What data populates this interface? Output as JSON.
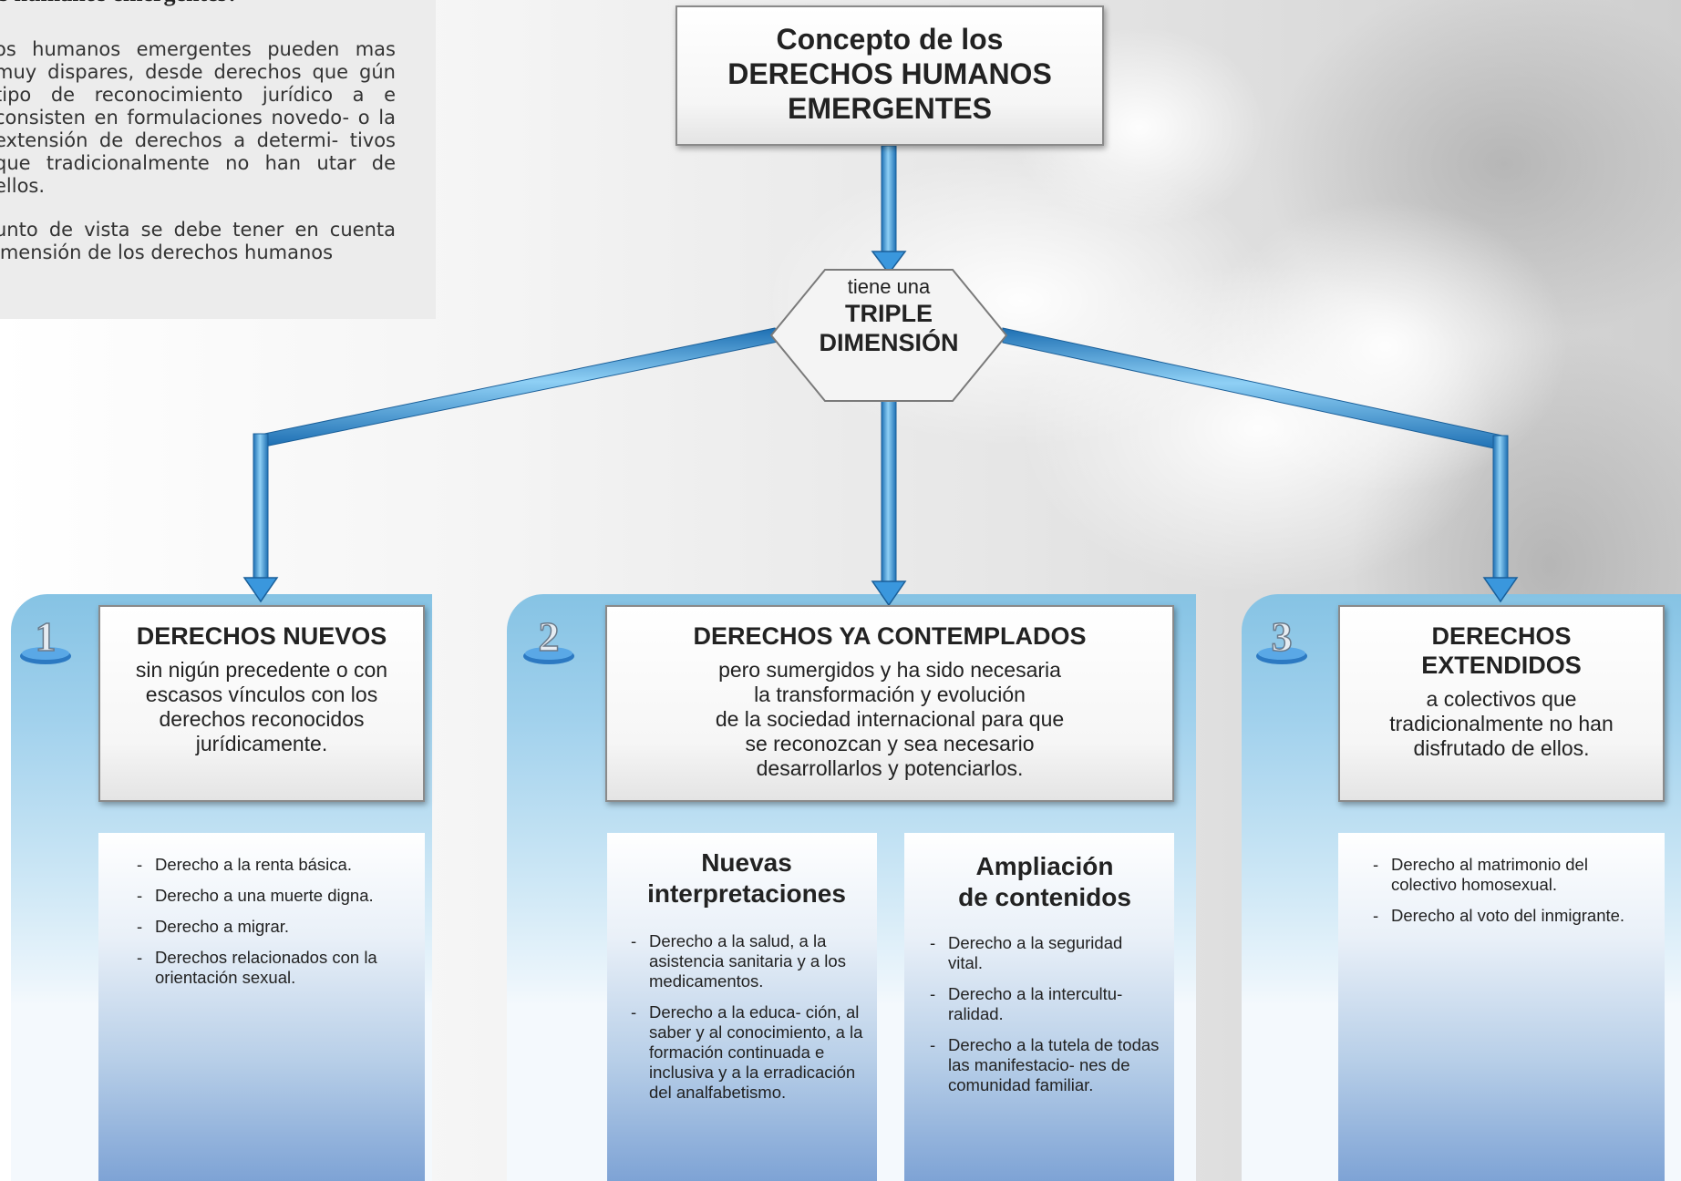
{
  "left_panel": {
    "heading": "os humanos emergentes?",
    "paragraph1": "os humanos emergentes pueden mas muy dispares, desde derechos que gún tipo de reconocimiento jurídico a e consisten en formulaciones novedo- o la extensión de derechos a determi- tivos que tradicionalmente no han utar de ellos.",
    "paragraph2": "unto de vista se debe tener en cuenta imensión de los derechos humanos"
  },
  "concept": {
    "line1": "Concepto de los",
    "line2": "DERECHOS HUMANOS",
    "line3": "EMERGENTES"
  },
  "hub": {
    "small": "tiene una",
    "line1": "TRIPLE",
    "line2": "DIMENSIÓN"
  },
  "columns": [
    {
      "number": "1",
      "title": "DERECHOS NUEVOS",
      "body": "sin nigún precedente o con escasos vínculos con los derechos reconocidos jurídicamente.",
      "items": [
        "Derecho a la renta básica.",
        "Derecho a una muerte digna.",
        "Derecho a migrar.",
        "Derechos relacionados con la orientación sexual."
      ]
    },
    {
      "number": "2",
      "title": "DERECHOS YA CONTEMPLADOS",
      "body_lines": [
        "pero sumergidos y ha sido necesaria",
        "la transformación y evolución",
        "de la sociedad internacional para que",
        "se reconozcan y sea necesario",
        "desarrollarlos y potenciarlos."
      ],
      "subcolumns": [
        {
          "title_line1": "Nuevas",
          "title_line2": "interpretaciones",
          "items": [
            "Derecho a la salud, a la asistencia sanitaria y a los medicamentos.",
            "Derecho a la educa- ción, al saber y al conocimiento, a la formación continuada e inclusiva y a la erradicación del analfabetismo."
          ]
        },
        {
          "title_line1": "Ampliación",
          "title_line2": "de contenidos",
          "items": [
            "Derecho a la seguridad vital.",
            "Derecho a la intercultu- ralidad.",
            "Derecho a la tutela de todas las manifestacio- nes de comunidad familiar."
          ]
        }
      ]
    },
    {
      "number": "3",
      "title_line1": "DERECHOS",
      "title_line2": "EXTENDIDOS",
      "body": "a colectivos que tradicionalmente no han disfrutado de ellos.",
      "items": [
        "Derecho al matrimonio del colectivo homosexual.",
        "Derecho al voto del inmigrante."
      ]
    }
  ],
  "colors": {
    "arrow": "#2a86cf",
    "arrow_light": "#7cc3f0",
    "column_top": "#86c3e4",
    "lower_bottom": "#7ea3d5"
  }
}
